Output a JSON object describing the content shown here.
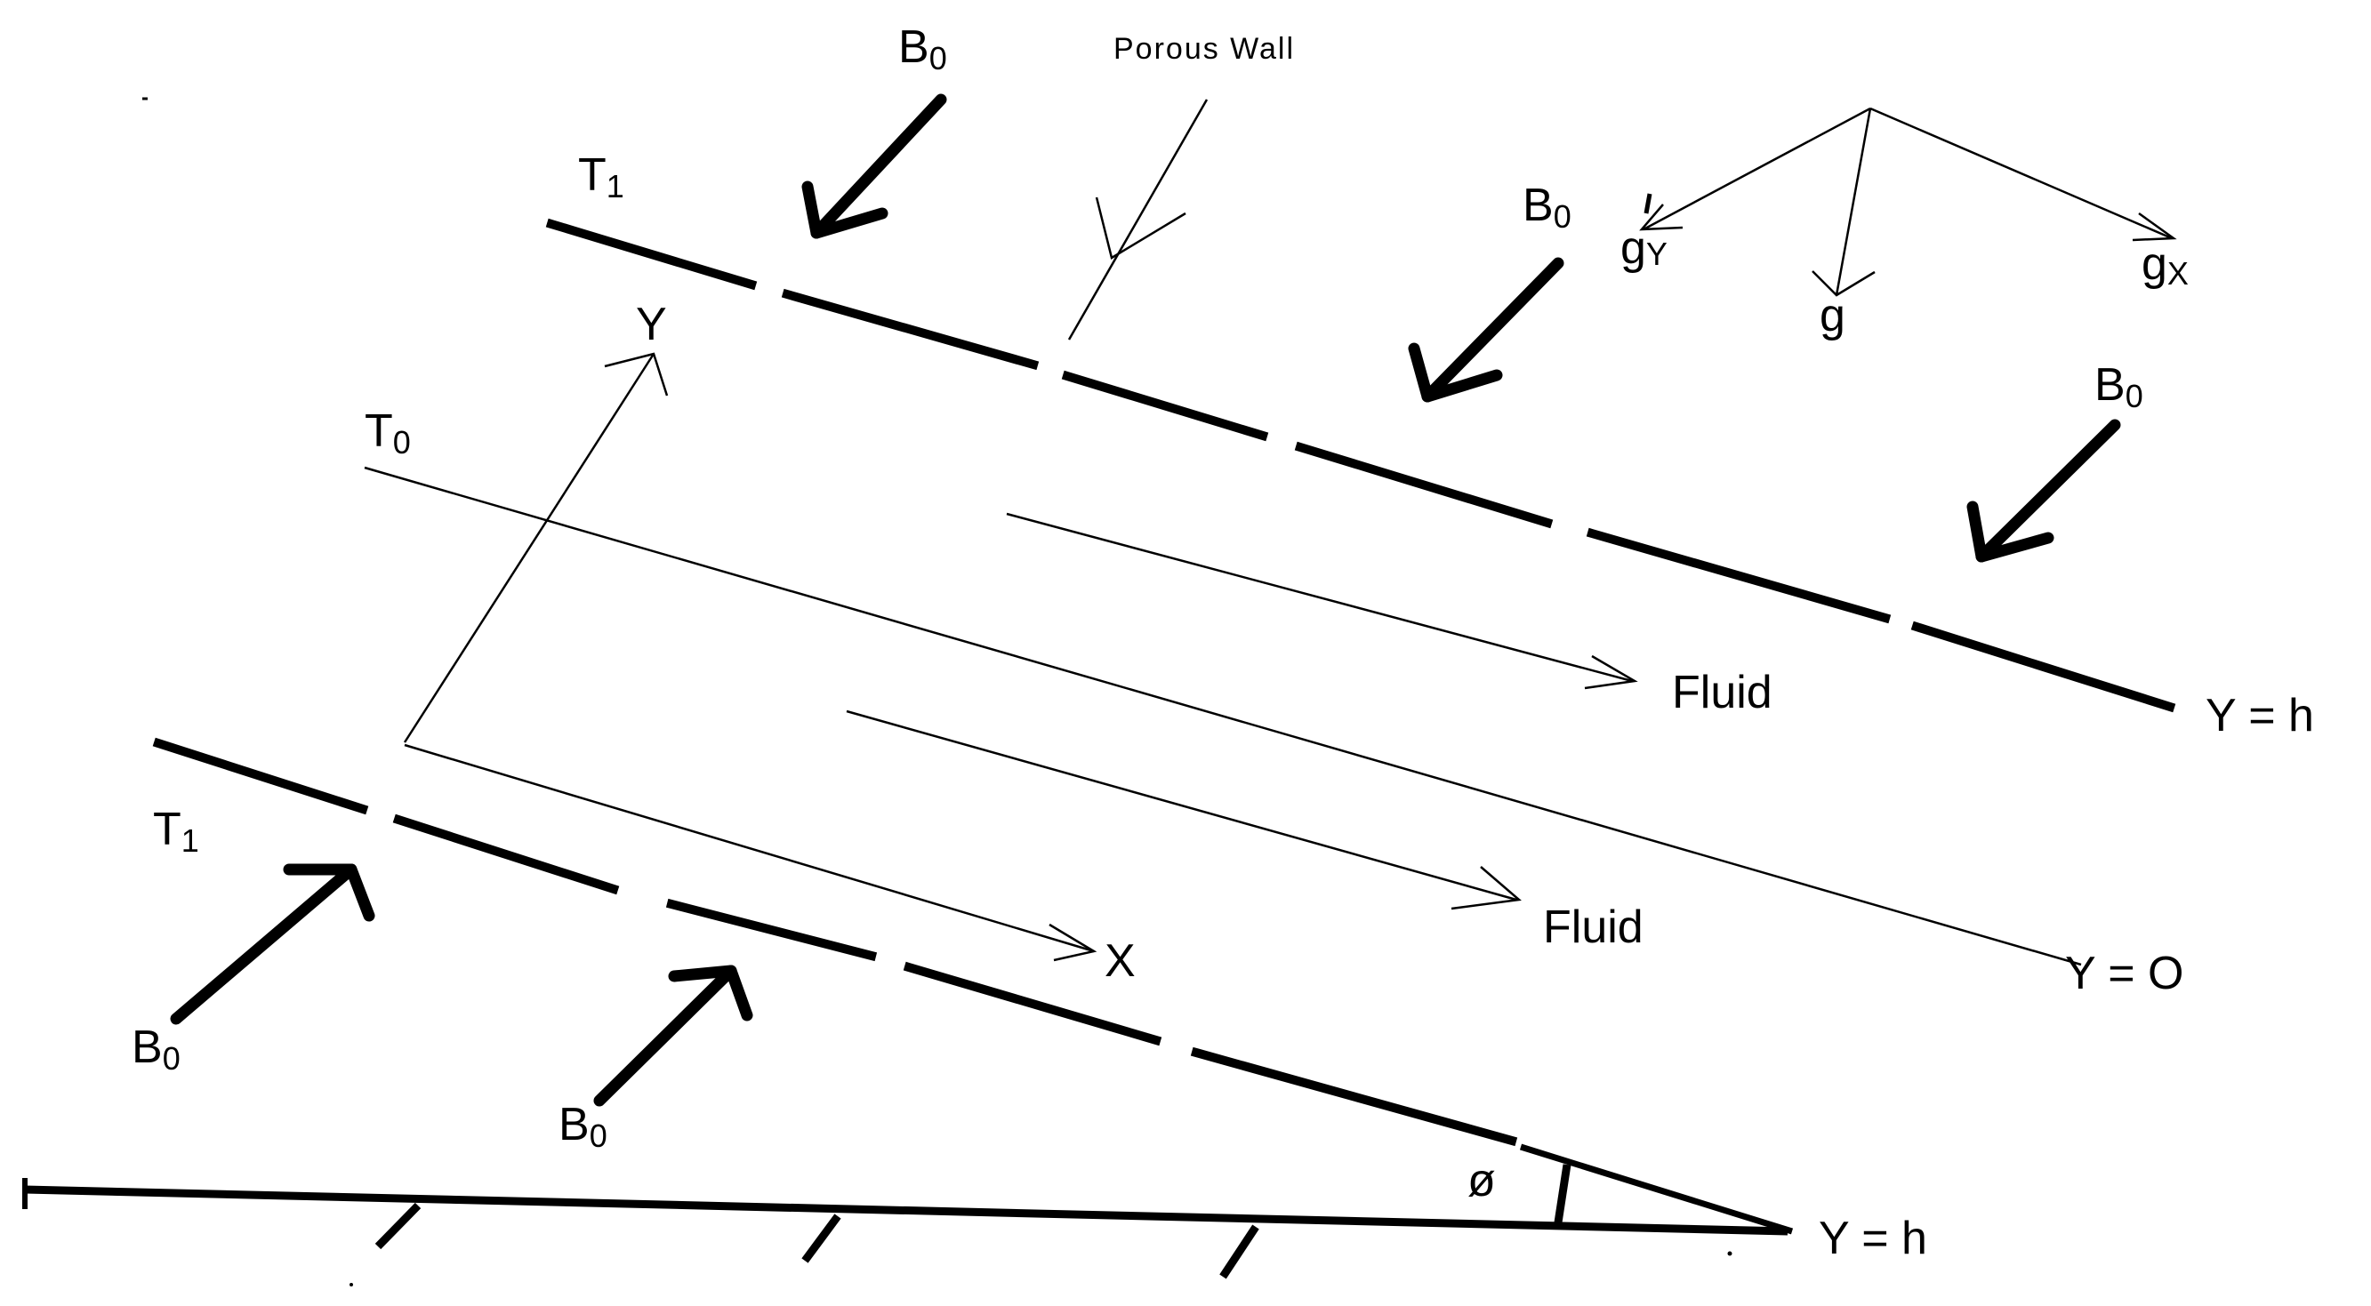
{
  "labels": {
    "porous_wall": "Porous Wall",
    "b0": "B",
    "b0_sub": "0",
    "t1": "T",
    "t1_sub": "1",
    "t0": "T",
    "t0_sub": "0",
    "y_axis": "Y",
    "x_axis": "X",
    "fluid": "Fluid",
    "y_eq_h": "Y = h",
    "y_eq_0": "Y = O",
    "angle": "ø",
    "g": "g",
    "gy_base": "g",
    "gy_sub": "Y",
    "gx_base": "g",
    "gx_sub": "X"
  },
  "colors": {
    "ink": "#000000",
    "background": "#ffffff"
  }
}
